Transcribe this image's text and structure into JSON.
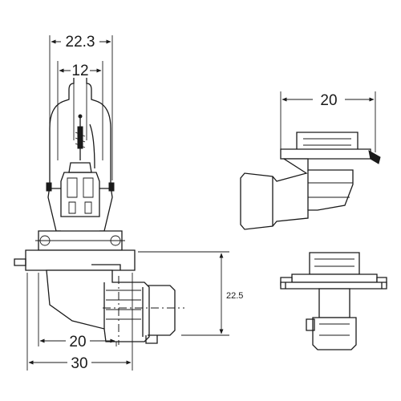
{
  "dimensions": {
    "overall_glass_width": "22.3",
    "capsule_width": "12",
    "base_width_inner": "20",
    "base_width_outer": "30",
    "base_height": "22.5",
    "side_view_width": "20"
  },
  "colors": {
    "line": "#1a1a1a",
    "background": "#ffffff"
  }
}
